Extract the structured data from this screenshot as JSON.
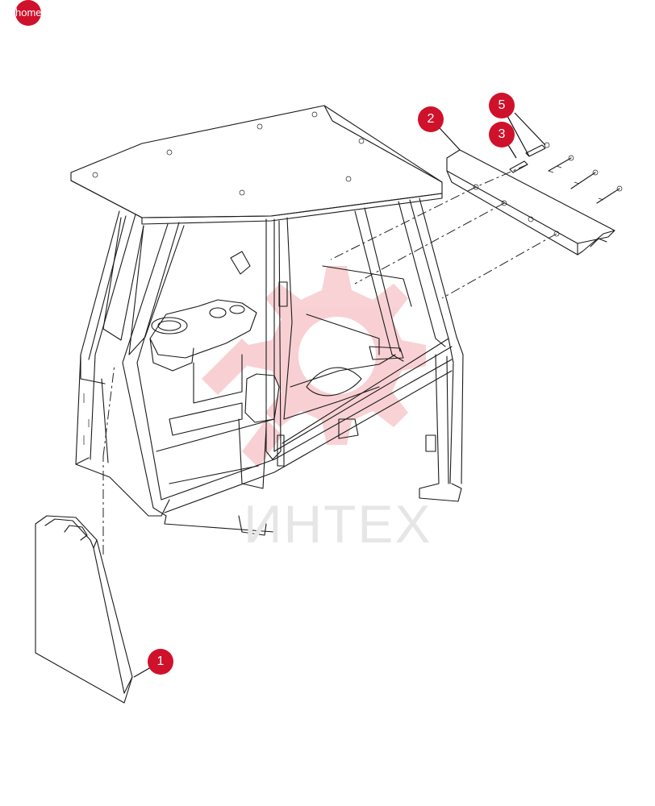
{
  "nav": {
    "home_label": "home"
  },
  "watermark": {
    "text": "ИНТЕХ",
    "color": "#e0303a"
  },
  "callouts": [
    {
      "label": "1"
    },
    {
      "label": "2"
    },
    {
      "label": "5"
    },
    {
      "label": "3"
    }
  ],
  "colors": {
    "accent": "#d0112b",
    "line": "#1a1a1a"
  }
}
